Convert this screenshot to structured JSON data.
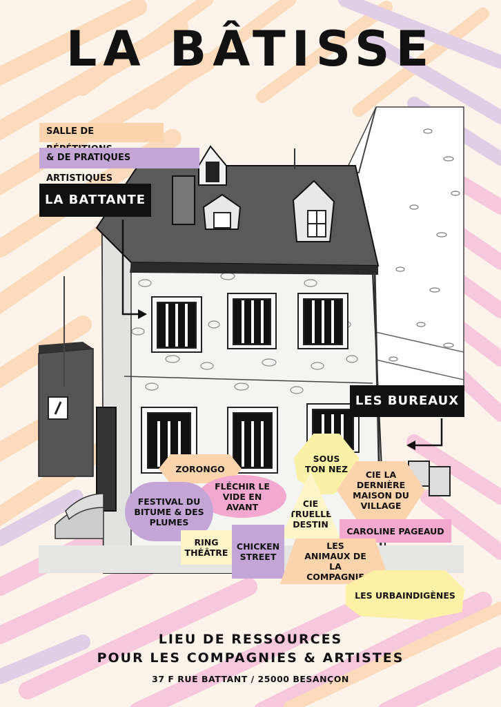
{
  "poster": {
    "title": "LA BÂTISSE",
    "tag_line1": "SALLE DE RÉPÉTITIONS",
    "tag_line2": "& DE PRATIQUES ARTISTIQUES",
    "battante_label": "LA BATTANTE",
    "bureaux_label": "LES BUREAUX",
    "footer_line1": "LIEU DE RESSOURCES",
    "footer_line2": "POUR LES COMPAGNIES & ARTISTES",
    "address": "37 F RUE BATTANT / 25000 BESANÇON"
  },
  "companies": {
    "zorongo": "ZORONGO",
    "sous_ton_nez": "SOUS TON NEZ",
    "flechir": "FLÉCHIR LE VIDE EN AVANT",
    "festival": "FESTIVAL DU BITUME & DES PLUMES",
    "derniere_maison": "CIE LA DERNIÈRE MAISON DU VILLAGE",
    "truelle": "CIE TRUELLE DESTIN",
    "caroline": "CAROLINE PAGEAUD",
    "ring": "RING THÉÂTRE",
    "chicken": "CHICKEN STREET",
    "animaux": "LES ANIMAUX DE LA COMPAGNIE",
    "urbaindigenes": "LES URBAINDIGÈNES"
  },
  "colors": {
    "peach": "#fbd3ac",
    "lavender": "#c4a6d6",
    "pink": "#f3a9cf",
    "yellow": "#fbf1a6",
    "cream": "#fdf4c8",
    "black": "#111111"
  }
}
